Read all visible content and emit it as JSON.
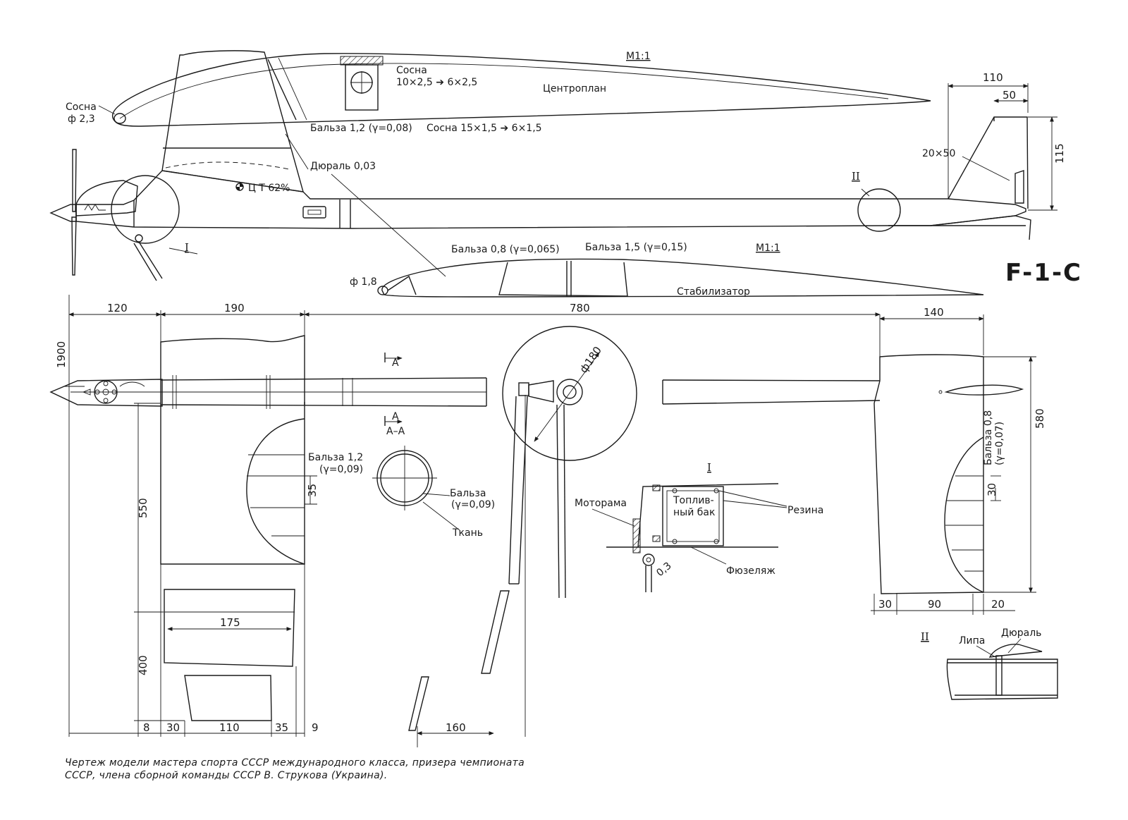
{
  "title": "F-1-C",
  "caption": {
    "line1": "Чертеж модели мастера спорта СССР международного класса, призера чемпионата",
    "line2": "СССР, члена сборной команды СССР В. Струкова (Украина)."
  },
  "wing_section": {
    "scale": "M1:1",
    "name": "Центроплан",
    "le_material": "Сосна",
    "le_size": "ф 2,3",
    "spar_material": "Сосна",
    "spar_size": "10×2,5 ➔ 6×2,5",
    "sheeting": "Бальза 1,2 (γ=0,08)",
    "te_spar": "Сосна 15×1,5 ➔ 6×1,5"
  },
  "side_view": {
    "skin": "Дюраль 0,03",
    "cg": "Ц Т 62%",
    "detail_I": "I",
    "detail_II": "II",
    "fin_width_total": "110",
    "fin_width_top": "50",
    "fin_height": "115",
    "fin_section": "20×50"
  },
  "stab_section": {
    "scale": "M1:1",
    "name": "Стабилизатор",
    "le_size": "ф 1,8",
    "sheeting": "Бальза 0,8 (γ=0,065)",
    "spar": "Бальза 1,5 (γ=0,15)"
  },
  "plan_view": {
    "dim_120": "120",
    "dim_190": "190",
    "dim_780": "780",
    "dim_140": "140",
    "dim_1900": "1900",
    "dim_550": "550",
    "dim_400": "400",
    "dim_175": "175",
    "dim_35": "35",
    "dim_8": "8",
    "dim_30": "30",
    "dim_110": "110",
    "dim_35b": "35",
    "dim_9": "9",
    "dim_160": "160",
    "dim_180": "ф180",
    "dim_580": "580",
    "dim_30b": "30",
    "dim_30c": "30",
    "dim_90": "90",
    "dim_20": "20",
    "rib_material": "Бальза 1,2",
    "rib_density": "(γ=0,09)",
    "stab_rib_material": "Бальза 0,8",
    "stab_rib_density": "(γ=0,07)",
    "section_mark": "A",
    "section_mark2": "A",
    "section_name": "A–A"
  },
  "section_AA": {
    "balsa": "Бальза",
    "balsa_density": "(γ=0,09)",
    "fabric": "Ткань"
  },
  "detail_I": {
    "label": "I",
    "motor_mount": "Моторама",
    "tank_line1": "Топлив-",
    "tank_line2": "ный бак",
    "rubber": "Резина",
    "fuselage": "Фюзеляж",
    "wire": "0,3"
  },
  "detail_II": {
    "label": "II",
    "linden": "Липа",
    "dural": "Дюраль"
  }
}
